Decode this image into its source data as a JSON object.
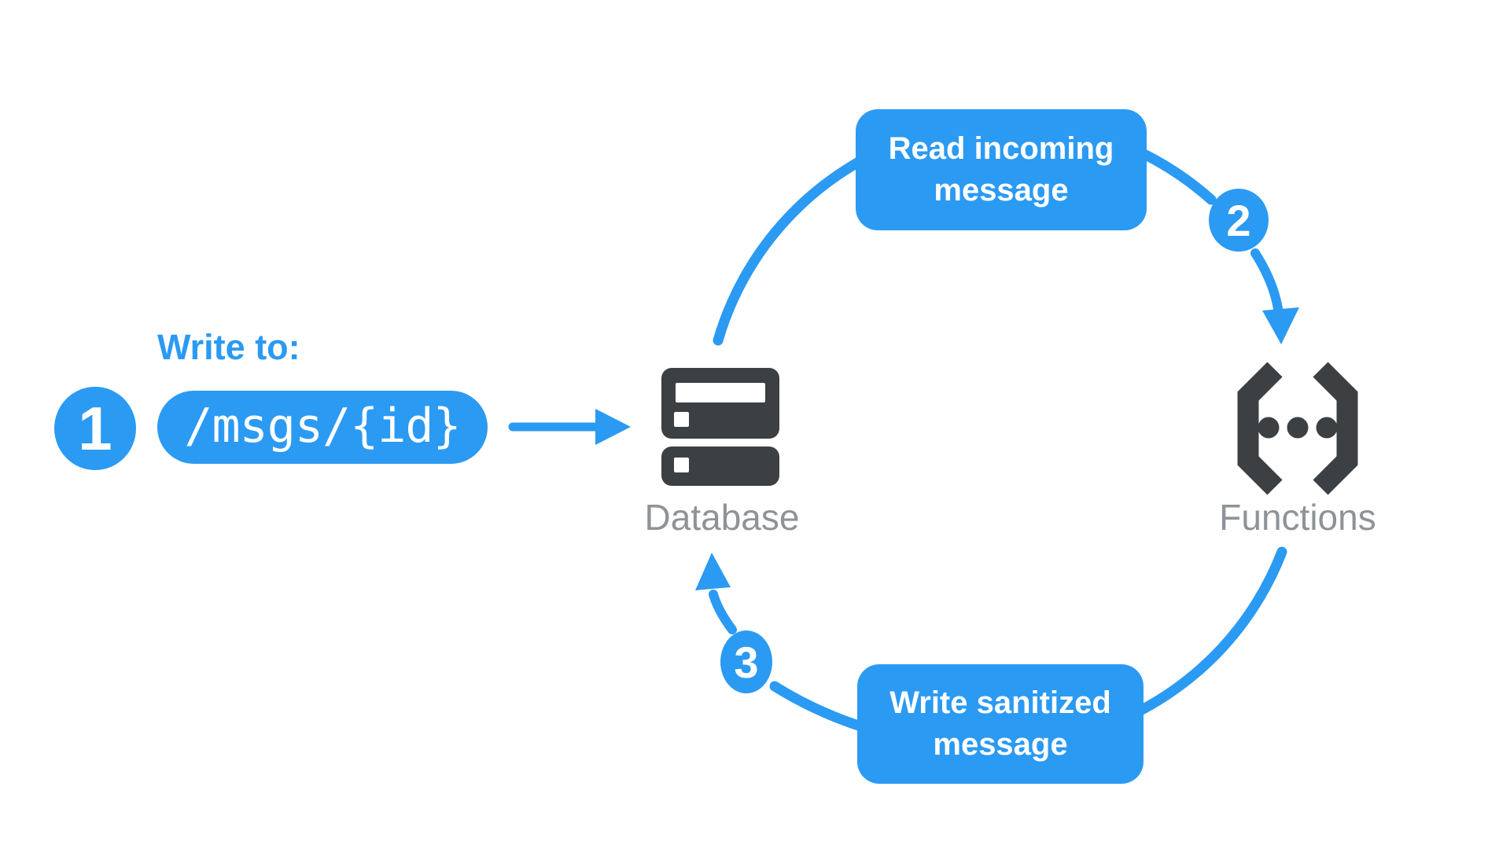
{
  "colors": {
    "accent_blue": "#2B9AF3",
    "icon_dark_gray": "#3C4043",
    "label_gray": "#8E9398",
    "text_on_blue": "#FFFFFF",
    "background": "#FFFFFF"
  },
  "labels": {
    "write_to": "Write to:",
    "path": "/msgs/{id}",
    "database": "Database",
    "functions": "Functions"
  },
  "badges": {
    "step1": "1",
    "step2": "2",
    "step3": "3"
  },
  "flow_boxes": {
    "read": {
      "line1": "Read incoming",
      "line2": "message"
    },
    "write": {
      "line1": "Write sanitized",
      "line2": "message"
    }
  },
  "icons": {
    "database": "database-server-stack-icon",
    "functions": "code-brackets-dots-icon",
    "arrows": "blue-flow-arrows"
  }
}
